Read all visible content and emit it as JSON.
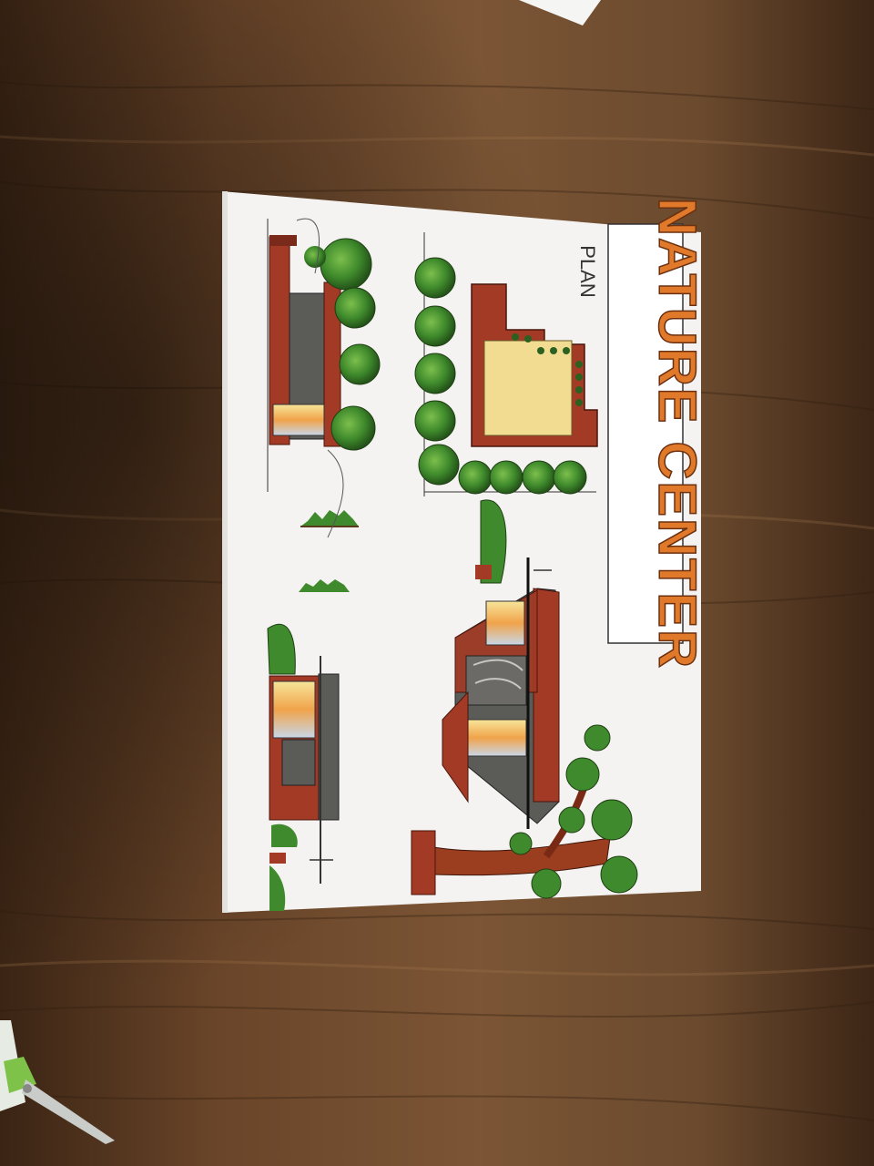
{
  "scene": {
    "description_tags": [
      "wood-table",
      "poster-board",
      "architectural-drawing",
      "scissors"
    ]
  },
  "poster": {
    "title": "NATURE CENTER",
    "plan_label": "PLAN"
  },
  "colors": {
    "wood_light": "#7a5535",
    "wood_dark": "#3e2716",
    "paper": "#f4f3f1",
    "brick": "#a33a25",
    "title_orange": "#e07a2a",
    "roof_grey": "#5b5b58",
    "tree_green": "#3f8a2c",
    "tree_dark": "#2c6020",
    "floor_yellow": "#f1dc92",
    "glass": "#f2d77e"
  }
}
